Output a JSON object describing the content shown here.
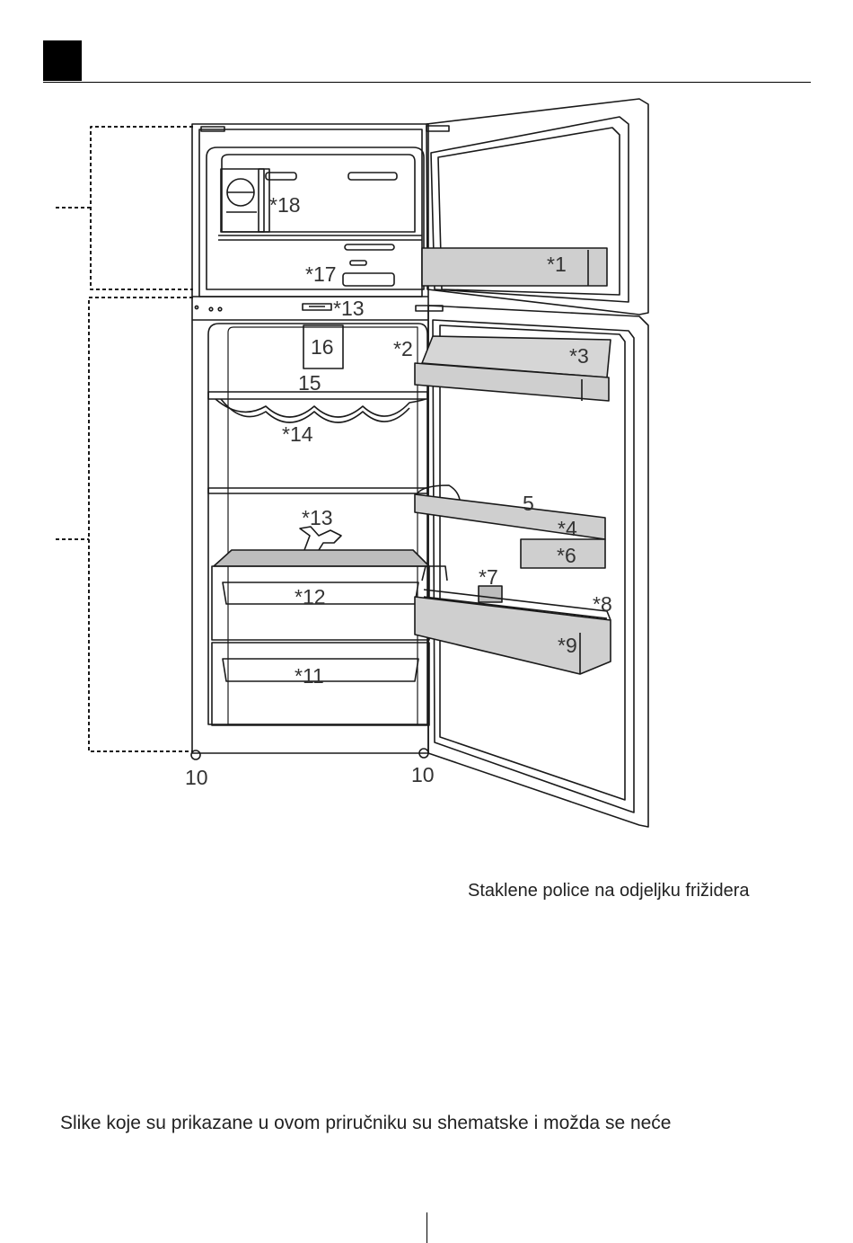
{
  "diagram": {
    "labels": {
      "l1": "*1",
      "l2": "*2",
      "l3": "*3",
      "l4": "*4",
      "l5": "5",
      "l6": "*6",
      "l7": "*7",
      "l8": "*8",
      "l9": "*9",
      "l10a": "10",
      "l10b": "10",
      "l11": "*11",
      "l12": "*12",
      "l13a": "*13",
      "l13b": "*13",
      "l14": "*14",
      "l15": "15",
      "l16": "16",
      "l17": "*17",
      "l18": "*18"
    }
  },
  "caption": "Staklene police na odjeljku frižidera",
  "note": "Slike koje su prikazane u ovom priručniku su shematske i možda se neće"
}
